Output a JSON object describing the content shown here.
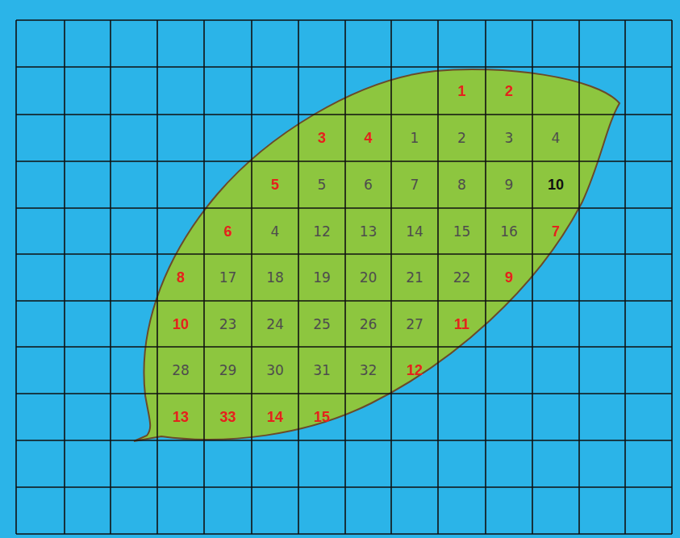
{
  "diagram": {
    "labels": [
      "1",
      "2",
      "3",
      "4",
      "1",
      "2",
      "3",
      "4",
      "5",
      "5",
      "6",
      "7",
      "8",
      "9",
      "10",
      "6",
      "4",
      "12",
      "13",
      "14",
      "15",
      "16",
      "7",
      "8",
      "17",
      "18",
      "19",
      "20",
      "21",
      "22",
      "9",
      "10",
      "23",
      "24",
      "25",
      "26",
      "27",
      "11",
      "28",
      "29",
      "30",
      "31",
      "32",
      "12",
      "13",
      "33",
      "14",
      "15"
    ]
  }
}
